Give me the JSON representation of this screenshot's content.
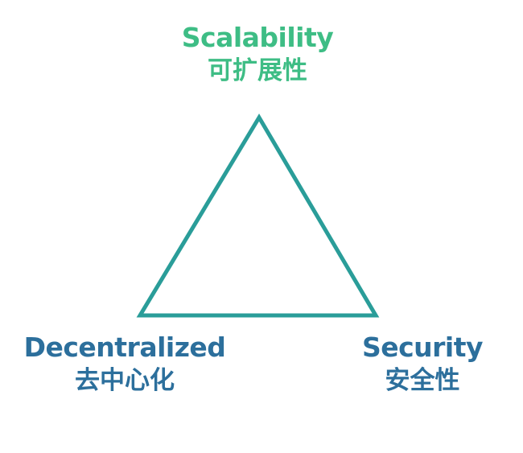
{
  "colors": {
    "scalability": "#3ebd85",
    "decentralized": "#2c6f9c",
    "security": "#2c6f9c",
    "triangle": "#2a9d99"
  },
  "vertices": {
    "top": {
      "en": "Scalability",
      "zh": "可扩展性"
    },
    "left": {
      "en": "Decentralized",
      "zh": "去中心化"
    },
    "right": {
      "en": "Security",
      "zh": "安全性"
    }
  }
}
